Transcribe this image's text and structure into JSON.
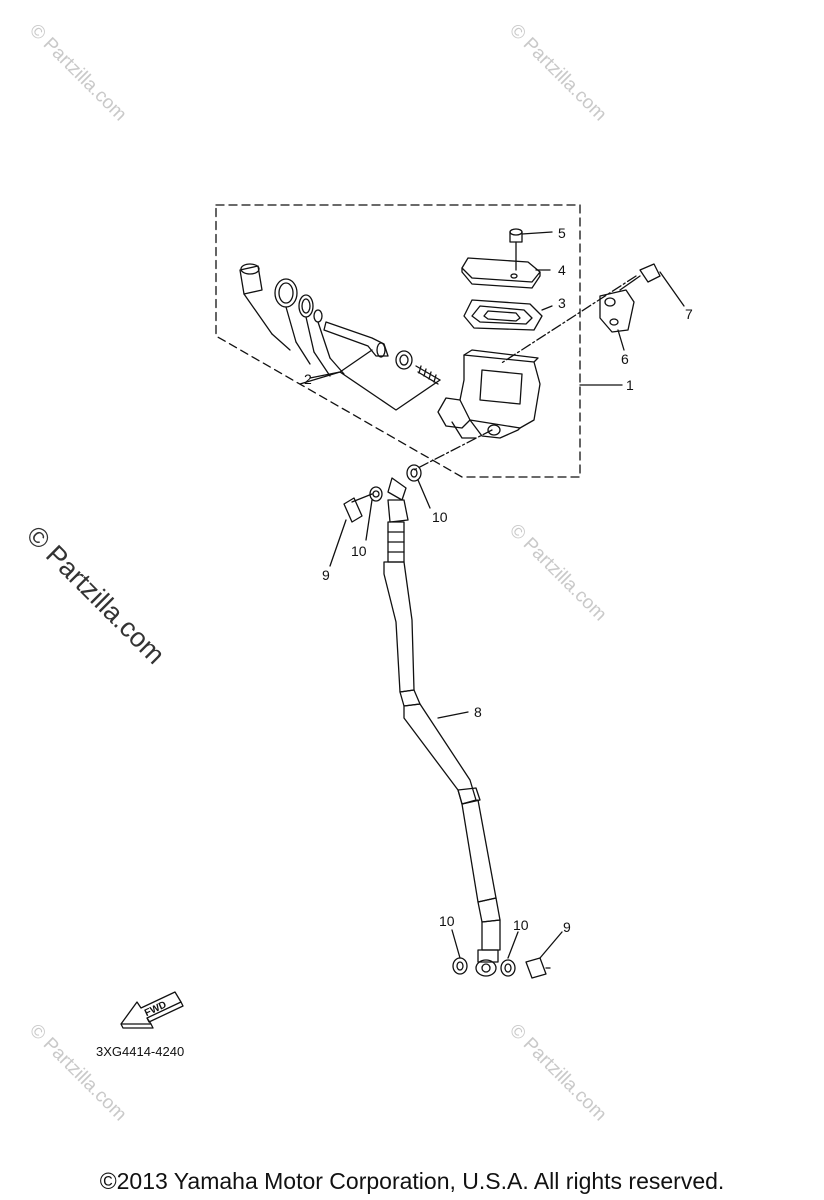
{
  "watermarks": {
    "small": "© Partzilla.com",
    "large": "© Partzilla.com"
  },
  "callouts": {
    "c1": "1",
    "c2": "2",
    "c3": "3",
    "c4": "4",
    "c5": "5",
    "c6": "6",
    "c7": "7",
    "c8": "8",
    "c9a": "9",
    "c9b": "9",
    "c10a": "10",
    "c10b": "10",
    "c10c": "10",
    "c10d": "10"
  },
  "fwd_label": "FWD",
  "diagram_code": "3XG4414-4240",
  "copyright": "©2013 Yamaha Motor Corporation, U.S.A. All rights reserved."
}
